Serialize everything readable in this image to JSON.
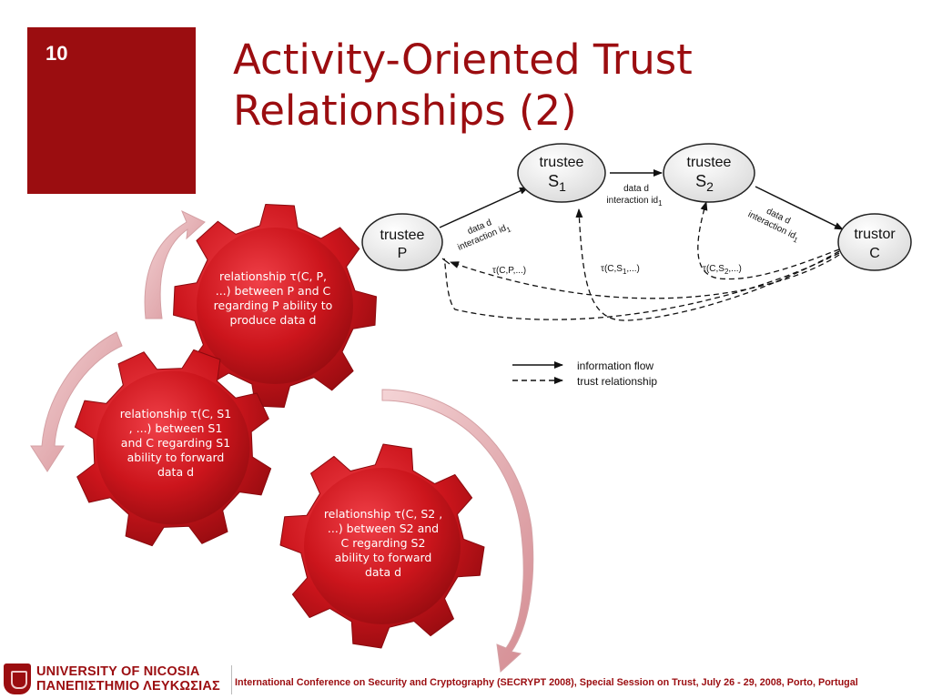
{
  "slide": {
    "number": "10",
    "title_line1": "Activity-Oriented Trust",
    "title_line2": "Relationships (2)"
  },
  "gears": [
    {
      "text": "relationship   τ(C, P, ...) between P and C regarding P ability to produce data d"
    },
    {
      "text": "relationship τ(C, S1 , ...) between S1 and C regarding S1 ability to forward data d"
    },
    {
      "text": "relationship    τ(C, S2 , ...) between S2 and C regarding S2 ability to forward data d"
    }
  ],
  "diagram": {
    "nodes": {
      "p": {
        "line1": "trustee",
        "line2": "P"
      },
      "s1": {
        "line1": "trustee",
        "line2": "S",
        "sub": "1"
      },
      "s2": {
        "line1": "trustee",
        "line2": "S",
        "sub": "2"
      },
      "c": {
        "line1": "trustor",
        "line2": "C"
      }
    },
    "edge_labels": {
      "p_s1_line1": "data d",
      "p_s1_line2": "interaction id",
      "p_s1_sub": "1",
      "s1_s2_line1": "data d",
      "s1_s2_line2": "interaction id",
      "s1_s2_sub": "1",
      "s2_c_line1": "data d",
      "s2_c_line2": "interaction id",
      "s2_c_sub": "1"
    },
    "trust_labels": {
      "p": "τ(C,P,...)",
      "s1_pre": "τ(C,S",
      "s1_sub": "1",
      "s1_post": ",...)",
      "s2_pre": "τ(C,S",
      "s2_sub": "2",
      "s2_post": ",...)"
    },
    "legend": {
      "info_flow": "information flow",
      "trust_rel": "trust relationship"
    }
  },
  "footer": {
    "logo_line1": "UNIVERSITY OF NICOSIA",
    "logo_line2": "ΠΑΝΕΠΙΣΤΗΜΙΟ ΛΕΥΚΩΣΙΑΣ",
    "conference": "International Conference on Security and Cryptography (SECRYPT 2008), Special Session on Trust, July 26 - 29, 2008, Porto, Portugal"
  },
  "colors": {
    "accent": "#9b0d10",
    "gear": "#c8141a",
    "arrow": "#e8b8bc"
  }
}
